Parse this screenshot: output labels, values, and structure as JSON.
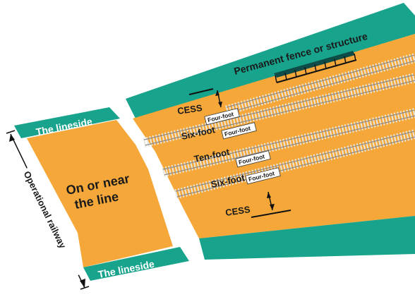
{
  "labels": {
    "lineside_top": "The lineside",
    "lineside_bottom": "The lineside",
    "on_near_line": [
      "On or near",
      "the line"
    ],
    "operational_railway": "Operational railway",
    "fence": "Permanent fence or structure",
    "cess_top": "CESS",
    "cess_bottom": "CESS",
    "six_foot_top": "Six-foot",
    "six_foot_bottom": "Six-foot",
    "ten_foot": "Ten-foot",
    "four_foot": [
      "Four-foot",
      "Four-foot",
      "Four-foot",
      "Four-foot"
    ]
  },
  "colors": {
    "teal": "#17a38c",
    "orange": "#f5a839",
    "fence_dark": "#0e4d47",
    "sleeper": "#e8e6dd",
    "rail": "#8a8a8a",
    "text_dark": "#1a1a1a",
    "text_light": "#ffffff"
  }
}
